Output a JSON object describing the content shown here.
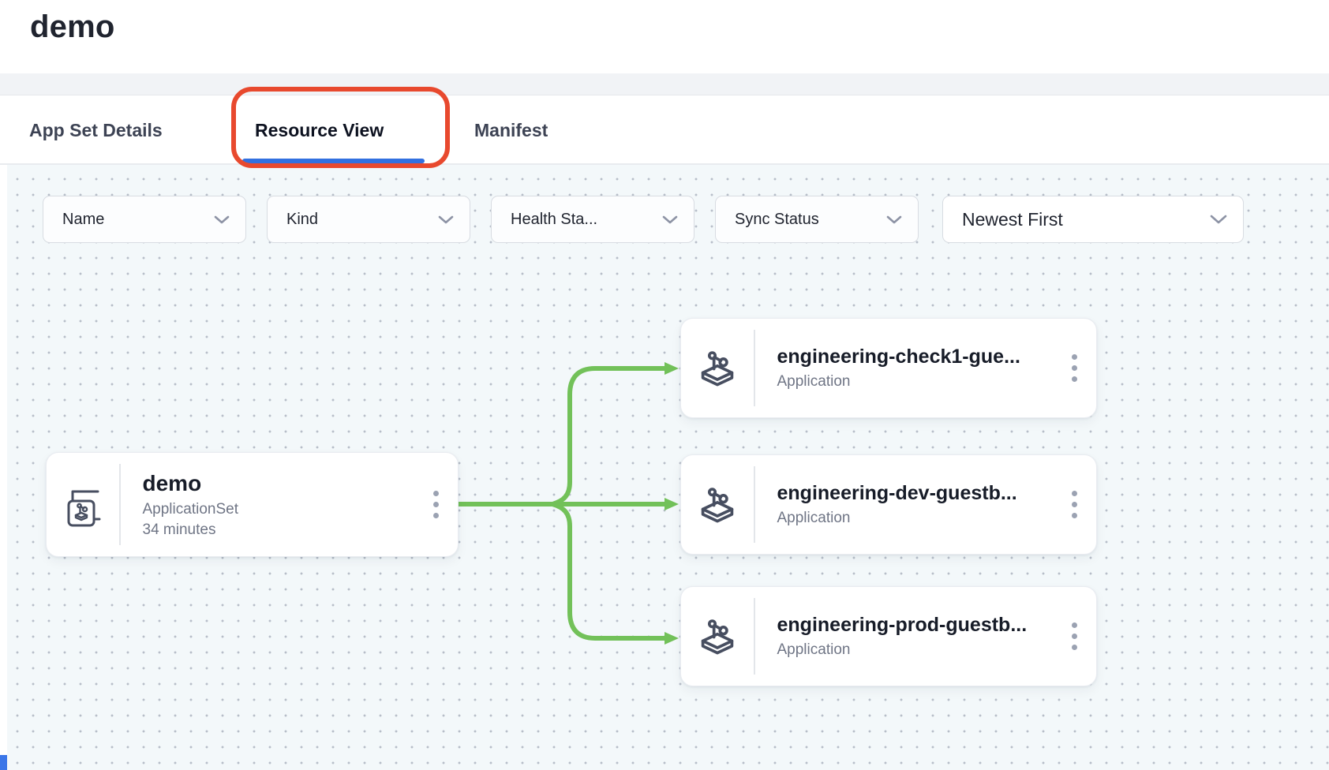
{
  "header": {
    "title": "demo"
  },
  "tabs": [
    {
      "label": "App Set Details",
      "active": false
    },
    {
      "label": "Resource View",
      "active": true,
      "annotated": true
    },
    {
      "label": "Manifest",
      "active": false
    }
  ],
  "filters": [
    {
      "label": "Name"
    },
    {
      "label": "Kind"
    },
    {
      "label": "Health Sta..."
    },
    {
      "label": "Sync Status"
    }
  ],
  "sort": {
    "label": "Newest First"
  },
  "graph": {
    "root": {
      "title": "demo",
      "kind": "ApplicationSet",
      "age": "34 minutes",
      "icon": "applicationset-icon"
    },
    "children": [
      {
        "title": "engineering-check1-gue...",
        "kind": "Application",
        "icon": "application-icon"
      },
      {
        "title": "engineering-dev-guestb...",
        "kind": "Application",
        "icon": "application-icon"
      },
      {
        "title": "engineering-prod-guestb...",
        "kind": "Application",
        "icon": "application-icon"
      }
    ]
  },
  "colors": {
    "edge_green": "#72c159",
    "active_tab_underline": "#3270e0",
    "annotation_red": "#e8492e",
    "canvas_background": "#f3f8fa",
    "icon_stroke": "#474e60"
  }
}
